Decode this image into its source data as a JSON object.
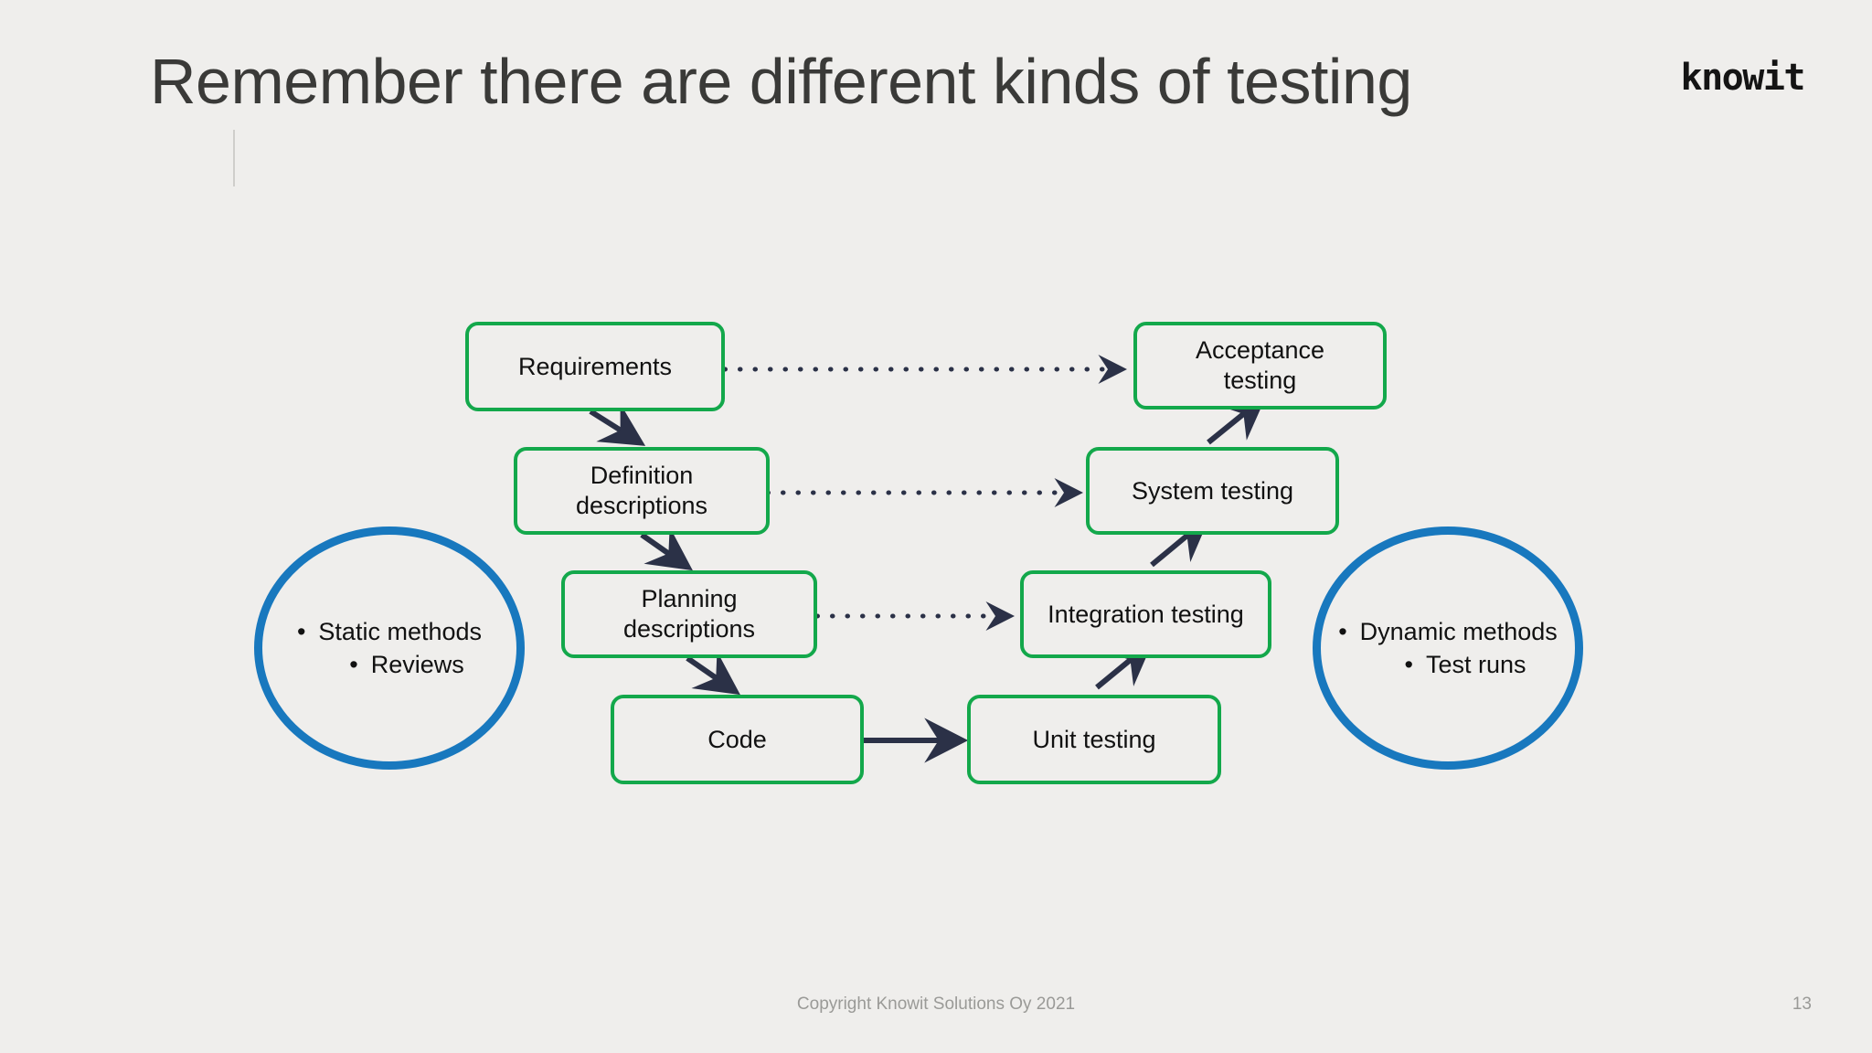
{
  "slide": {
    "title": "Remember there are different kinds of testing",
    "logo": "knowit",
    "background_color": "#EFEEEC",
    "title_color": "#3A3A38"
  },
  "colors": {
    "box_border_green": "#13A84B",
    "circle_border_blue": "#1878BE",
    "arrow_navy": "#2B3147",
    "footer_gray": "#9A9A97"
  },
  "diagram": {
    "nodes": [
      {
        "id": "requirements",
        "label": "Requirements",
        "lines": [
          "Requirements"
        ]
      },
      {
        "id": "definition",
        "label": "Definition descriptions",
        "lines": [
          "Definition",
          "descriptions"
        ]
      },
      {
        "id": "planning",
        "label": "Planning descriptions",
        "lines": [
          "Planning",
          "descriptions"
        ]
      },
      {
        "id": "code",
        "label": "Code",
        "lines": [
          "Code"
        ]
      },
      {
        "id": "acceptance-testing",
        "label": "Acceptance testing",
        "lines": [
          "Acceptance",
          "testing"
        ]
      },
      {
        "id": "system-testing",
        "label": "System testing",
        "lines": [
          "System testing"
        ]
      },
      {
        "id": "integration-testing",
        "label": "Integration testing",
        "lines": [
          "Integration testing"
        ]
      },
      {
        "id": "unit-testing",
        "label": "Unit testing",
        "lines": [
          "Unit testing"
        ]
      }
    ],
    "edges": [
      {
        "from": "requirements",
        "to": "acceptance-testing",
        "style": "dotted"
      },
      {
        "from": "definition",
        "to": "system-testing",
        "style": "dotted"
      },
      {
        "from": "planning",
        "to": "integration-testing",
        "style": "dotted"
      },
      {
        "from": "requirements",
        "to": "definition",
        "style": "solid"
      },
      {
        "from": "definition",
        "to": "planning",
        "style": "solid"
      },
      {
        "from": "planning",
        "to": "code",
        "style": "solid"
      },
      {
        "from": "code",
        "to": "unit-testing",
        "style": "solid"
      },
      {
        "from": "unit-testing",
        "to": "integration-testing",
        "style": "solid"
      },
      {
        "from": "integration-testing",
        "to": "system-testing",
        "style": "solid"
      },
      {
        "from": "system-testing",
        "to": "acceptance-testing",
        "style": "solid"
      }
    ],
    "circles": [
      {
        "id": "static-methods",
        "bullets": [
          {
            "level": 1,
            "text": "Static methods"
          },
          {
            "level": 2,
            "text": "Reviews"
          }
        ]
      },
      {
        "id": "dynamic-methods",
        "bullets": [
          {
            "level": 1,
            "text": "Dynamic methods"
          },
          {
            "level": 2,
            "text": "Test runs"
          }
        ]
      }
    ]
  },
  "footer": {
    "copyright": "Copyright Knowit Solutions Oy 2021",
    "page_number": "13"
  }
}
